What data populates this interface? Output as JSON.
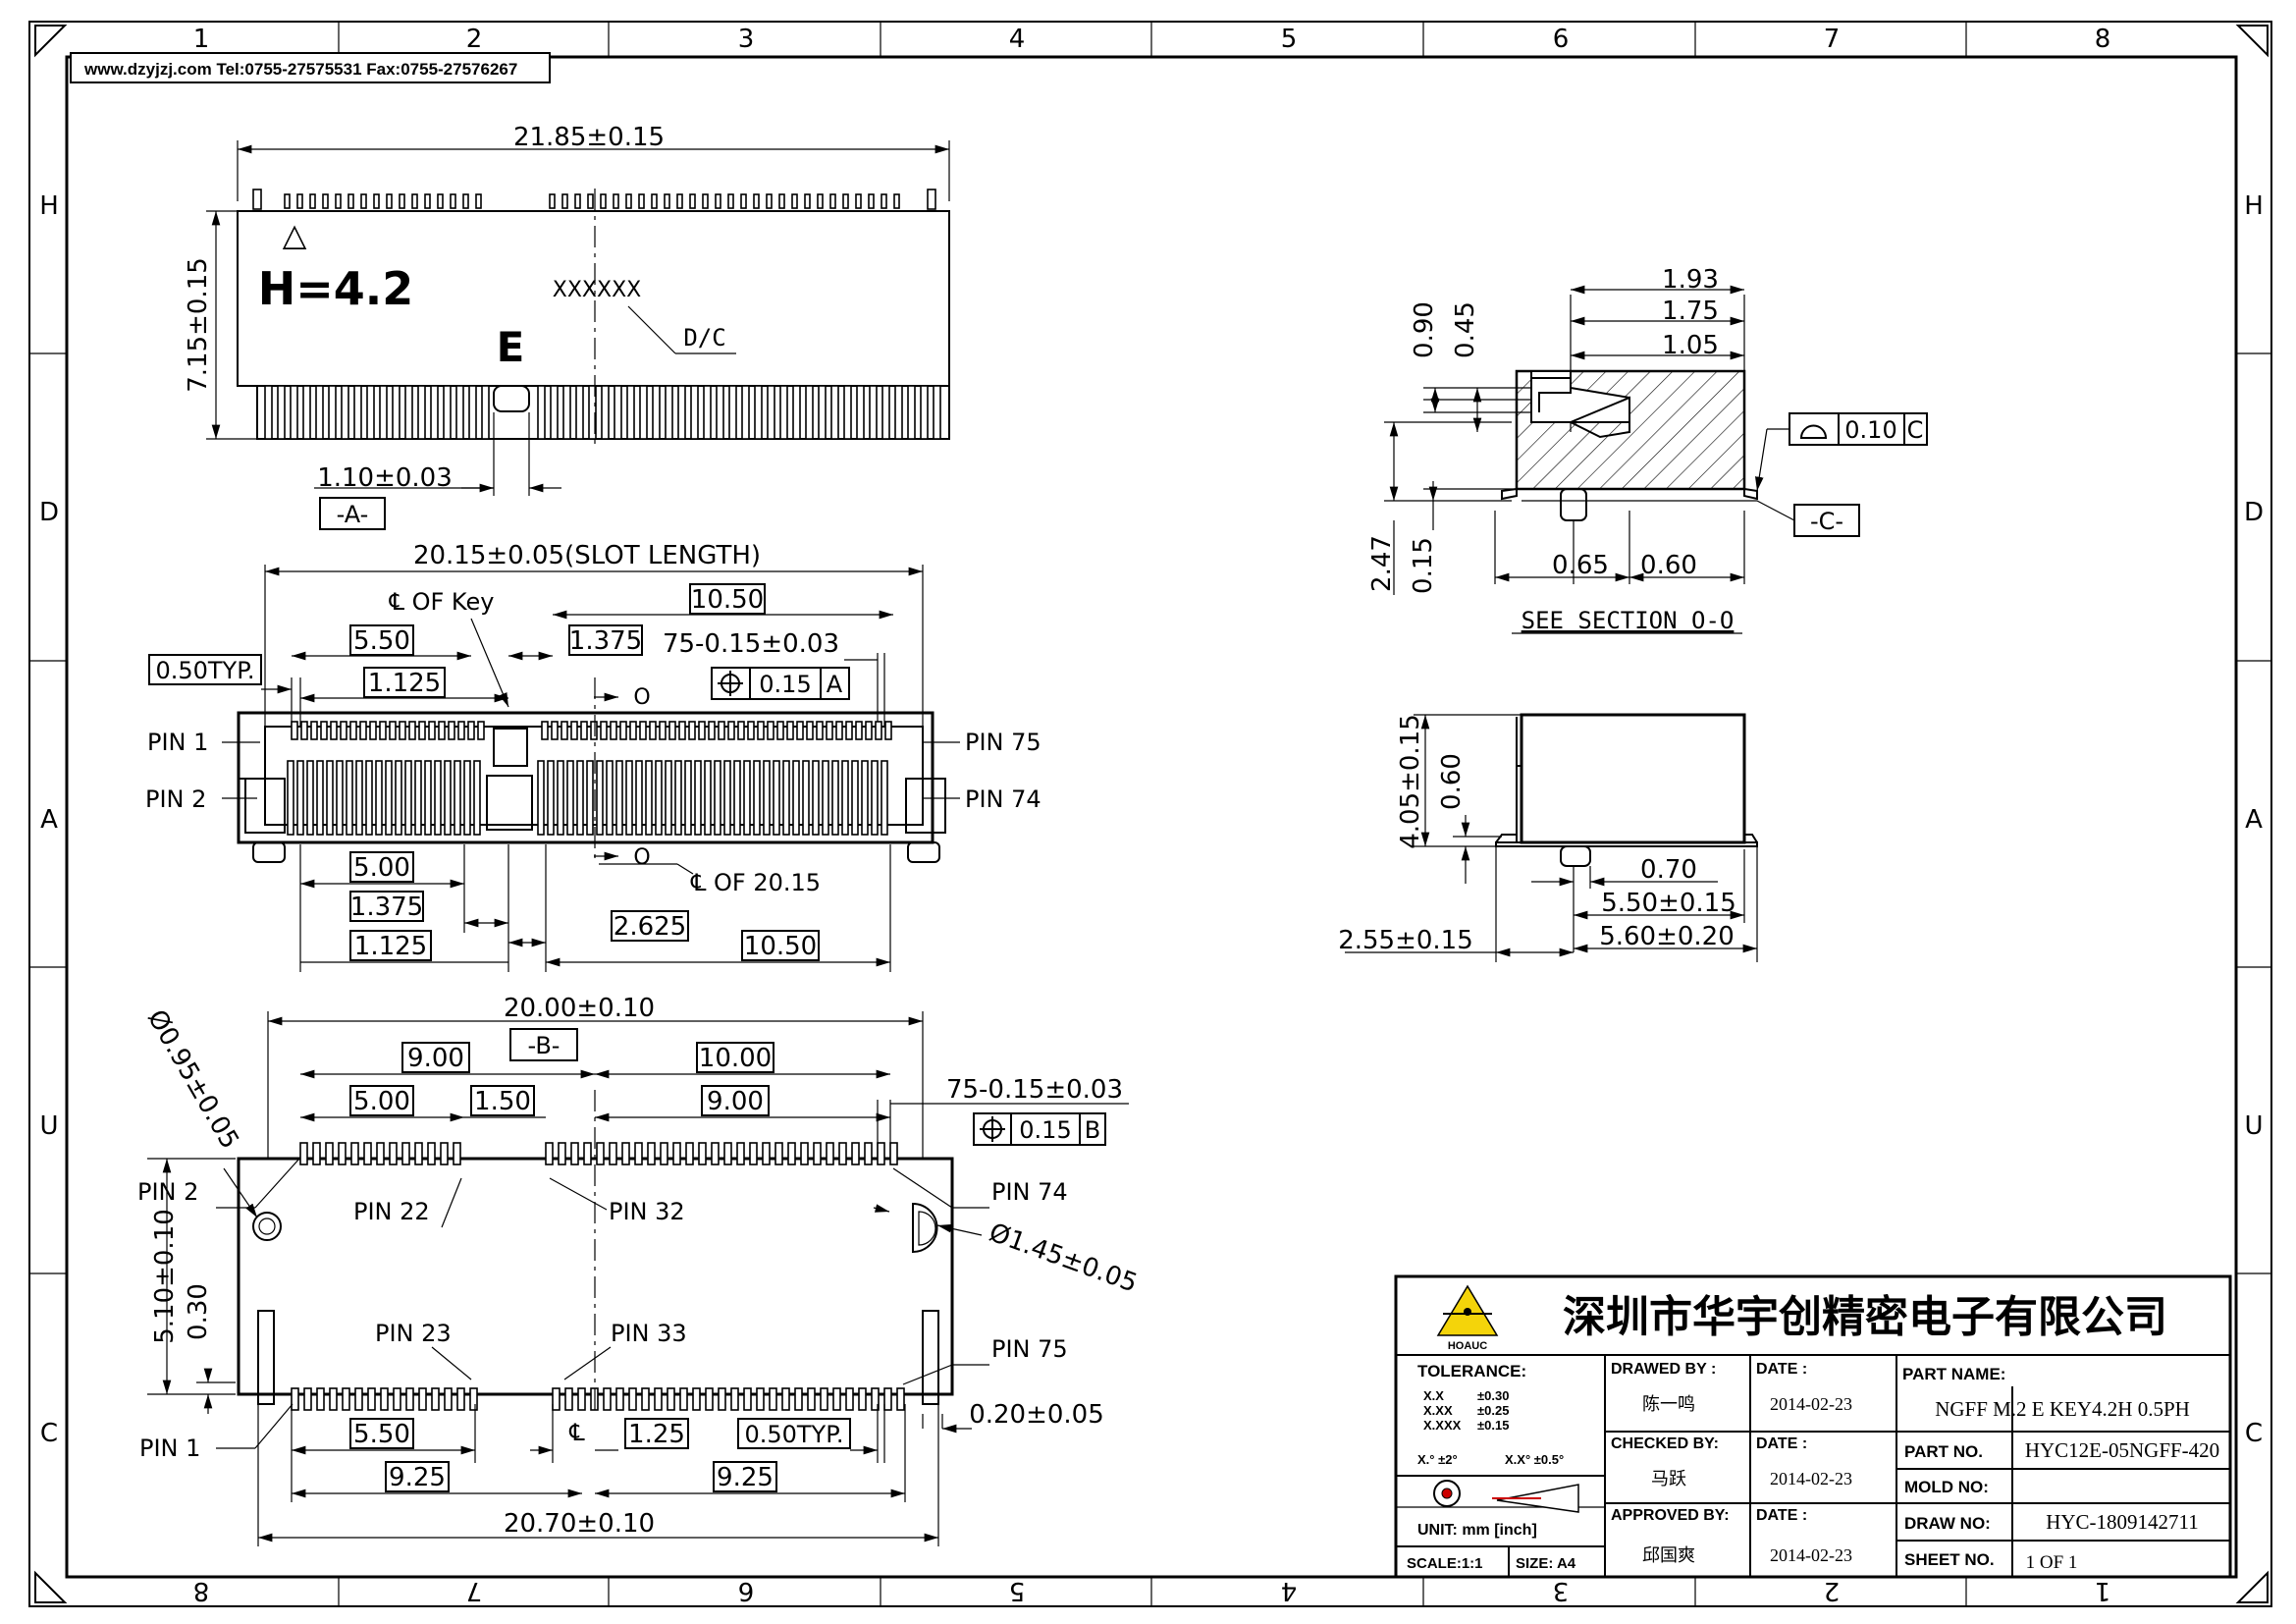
{
  "frame": {
    "column_numbers_top": [
      "1",
      "2",
      "3",
      "4",
      "5",
      "6",
      "7",
      "8"
    ],
    "column_numbers_bottom": [
      "8",
      "7",
      "6",
      "5",
      "4",
      "3",
      "2",
      "1"
    ],
    "row_letters_left": [
      "H",
      "D",
      "A",
      "U",
      "C"
    ],
    "row_letters_right": [
      "H",
      "D",
      "A",
      "U",
      "C"
    ],
    "website_line": "www.dzyjzj.com  Tel:0755-27575531  Fax:0755-27576267"
  },
  "top_view": {
    "width_dim": "21.85±0.15",
    "height_dim": "7.15±0.15",
    "triangle_mark": "△",
    "height_label": "H=4.2",
    "key_letter": "E",
    "datecode_mark": "XXXXXX",
    "datecode_label": "D/C",
    "key_width_dim": "1.10±0.03",
    "datum_a": "-A-"
  },
  "front_view": {
    "slot_length_dim": "20.15±0.05(SLOT LENGTH)",
    "cl_key_label": "℄ OF Key",
    "dim_10_50_top": "10.50",
    "dim_5_50": "5.50",
    "dim_1_375_top": "1.375",
    "dim_75_pins": "75-0.15±0.03",
    "pitch_typ": "0.50TYP.",
    "dim_1_125_top": "1.125",
    "section_mark_top": "O",
    "position_tol": "0.15",
    "position_datum": "A",
    "pin1": "PIN  1",
    "pin2": "PIN  2",
    "pin75": "PIN  75",
    "pin74": "PIN  74",
    "section_mark_bottom": "O",
    "cl_label": "℄  OF 20.15",
    "dim_5_00": "5.00",
    "dim_1_375_bottom": "1.375",
    "dim_2_625": "2.625",
    "dim_1_125_bottom": "1.125",
    "dim_10_50_bottom": "10.50"
  },
  "bottom_view": {
    "dim_20_00": "20.00±0.10",
    "datum_b": "-B-",
    "dim_9_00_left": "9.00",
    "dim_10_00": "10.00",
    "dim_5_00": "5.00",
    "dim_1_50": "1.50",
    "dim_9_00_right": "9.00",
    "dim_75_pins": "75-0.15±0.03",
    "position_tol": "0.15",
    "position_datum": "B",
    "hole_small": "Ø0.95±0.05",
    "hole_large": "Ø1.45±0.05",
    "pin2": "PIN  2",
    "pin22": "PIN  22",
    "pin32": "PIN  32",
    "pin74": "PIN  74",
    "pin23": "PIN  23",
    "pin33": "PIN  33",
    "pin75": "PIN  75",
    "pin1": "PIN  1",
    "dim_5_10": "5.10±0.10",
    "dim_0_30": "0.30",
    "dim_0_20": "0.20±0.05",
    "dim_5_50": "5.50",
    "cl_mark": "℄",
    "dim_1_25": "1.25",
    "pitch_typ": "0.50TYP.",
    "dim_9_25_left": "9.25",
    "dim_9_25_right": "9.25",
    "dim_20_70": "20.70±0.10"
  },
  "section_view": {
    "dim_1_93": "1.93",
    "dim_1_75": "1.75",
    "dim_1_05": "1.05",
    "dim_0_90": "0.90",
    "dim_0_45": "0.45",
    "flatness_tol": "0.10",
    "flatness_datum": "C",
    "datum_c": "-C-",
    "dim_2_47": "2.47",
    "dim_0_15": "0.15",
    "dim_0_65": "0.65",
    "dim_0_60": "0.60",
    "caption": "SEE  SECTION  O-O"
  },
  "side_view": {
    "dim_4_05": "4.05±0.15",
    "dim_0_60": "0.60",
    "dim_0_70": "0.70",
    "dim_5_50": "5.50±0.15",
    "dim_2_55": "2.55±0.15",
    "dim_5_60": "5.60±0.20"
  },
  "title_block": {
    "company": "深圳市华宇创精密电子有限公司",
    "logo_text": "HOAUC",
    "tolerance_label": "TOLERANCE:",
    "tol_rows": [
      {
        "k": "X.X",
        "v": "±0.30"
      },
      {
        "k": "X.XX",
        "v": "±0.25"
      },
      {
        "k": "X.XXX",
        "v": "±0.15"
      }
    ],
    "angle_tol_1": "X.°  ±2°",
    "angle_tol_2": "X.X°  ±0.5°",
    "unit": "UNIT:  mm  [inch]",
    "scale": "SCALE:1:1",
    "size": "SIZE:  A4",
    "drawn_by_label": "DRAWED  BY :",
    "drawn_by": "陈一鸣",
    "checked_by_label": "CHECKED  BY:",
    "checked_by": "马跃",
    "approved_by_label": "APPROVED  BY:",
    "approved_by": "邱国爽",
    "date_label": "DATE :",
    "date_1": "2014-02-23",
    "date_2": "2014-02-23",
    "date_3": "2014-02-23",
    "part_name_label": "PART  NAME:",
    "part_name": "NGFF M.2 E KEY4.2H 0.5PH",
    "part_no_label": "PART  NO.",
    "part_no": "HYC12E-05NGFF-420",
    "mold_no_label": "MOLD  NO:",
    "mold_no": "",
    "draw_no_label": "DRAW  NO:",
    "draw_no": "HYC-1809142711",
    "sheet_no_label": "SHEET  NO.",
    "sheet_no": "1  OF  1"
  }
}
